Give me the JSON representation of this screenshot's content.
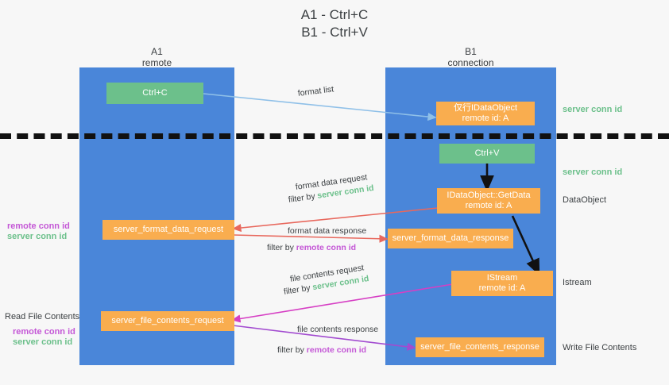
{
  "title": {
    "line1": "A1 - Ctrl+C",
    "line2": "B1 - Ctrl+V"
  },
  "columns": [
    {
      "name": "A1",
      "sub": "remote"
    },
    {
      "name": "B1",
      "sub": "connection"
    }
  ],
  "nodes": {
    "ctrl_c": {
      "label": "Ctrl+C"
    },
    "ctrl_v": {
      "label": "Ctrl+V"
    },
    "idataobject": {
      "line1": "仅行IDataObject",
      "line2": "remote id: A"
    },
    "getdata": {
      "line1": "IDataObject::GetData",
      "line2": "remote id: A"
    },
    "istream": {
      "line1": "IStream",
      "line2": "remote id: A"
    },
    "server_format_data_request": {
      "label": "server_format_data_request"
    },
    "server_format_data_response": {
      "label": "server_format_data_response"
    },
    "server_file_contents_request": {
      "label": "server_file_contents_request"
    },
    "server_file_contents_response": {
      "label": "server_file_contents_response"
    }
  },
  "right_labels": {
    "server_conn_id_top": "server conn id",
    "server_conn_id_mid": "server conn id",
    "dataobject": "DataObject",
    "istream": "Istream",
    "write_file_contents": "Write File Contents"
  },
  "left_labels": {
    "remote_conn_id_1": "remote conn id",
    "server_conn_id_1": "server conn id",
    "read_file_contents": "Read File Contents",
    "remote_conn_id_2": "remote conn id",
    "server_conn_id_2": "server conn id"
  },
  "edges": {
    "format_list": "format list",
    "format_data_request": "format data request",
    "format_data_request_filter_prefix": "filter by ",
    "format_data_request_filter_value": "server conn id",
    "format_data_response": "format data response",
    "format_data_response_filter_prefix": "filter by ",
    "format_data_response_filter_value": "remote conn id",
    "file_contents_request": "file contents request",
    "file_contents_request_filter_prefix": "filter by ",
    "file_contents_request_filter_value": "server conn id",
    "file_contents_response": "file contents response",
    "file_contents_response_filter_prefix": "filter by ",
    "file_contents_response_filter_value": "remote conn id"
  },
  "colors": {
    "lane_blue": "#4a86d9",
    "node_green": "#6cc08b",
    "node_orange": "#f9ad4f",
    "accent_green_text": "#6cc08b",
    "accent_purple_text": "#c457d6",
    "arrow_lightblue": "#8fc0e8",
    "arrow_red": "#e8685d",
    "arrow_magenta": "#d63fc4",
    "arrow_purple": "#a24bd0",
    "arrow_black": "#111111",
    "background": "#f7f7f7"
  }
}
